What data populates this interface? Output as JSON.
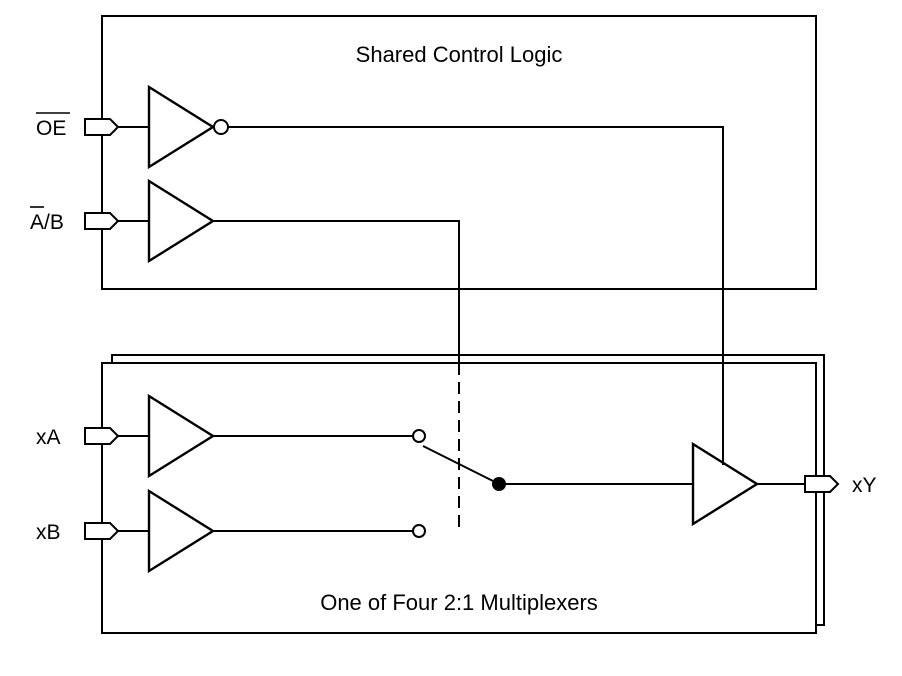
{
  "control_block": {
    "title": "Shared Control Logic"
  },
  "mux_block": {
    "title": "One of Four 2:1 Multiplexers"
  },
  "pins": {
    "oe": {
      "label": "OE",
      "overbar": "full"
    },
    "ab": {
      "label_a": "A",
      "label_rest": "/B"
    },
    "xa": {
      "label": "xA"
    },
    "xb": {
      "label": "xB"
    },
    "xy": {
      "label": "xY"
    }
  },
  "icons": {
    "buffer": "triangle-buffer-icon",
    "inverter": "inverting-buffer-icon",
    "input_pin": "pin-arrow-icon",
    "switch": "mux-switch-icon"
  },
  "colors": {
    "stroke": "#000000",
    "background": "#ffffff"
  }
}
